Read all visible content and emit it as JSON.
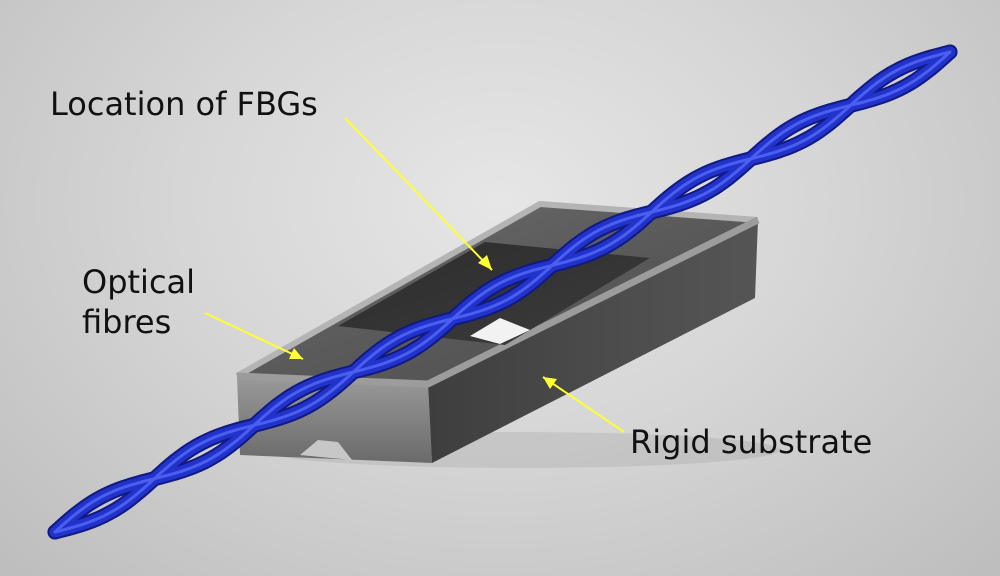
{
  "labels": {
    "fbg_location": "Location of FBGs",
    "optical_line1": "Optical",
    "optical_line2": "fibres",
    "substrate": "Rigid substrate"
  },
  "colors": {
    "fibre": "#2233cc",
    "fibre_dark": "#101a80",
    "fibre_light": "#4a5ff0",
    "arrow": "#ffff33",
    "substrate_top": "#5e5e5e",
    "substrate_side": "#4a4a4a",
    "substrate_rim": "#a8a8a8",
    "background": "#d6d6d6"
  }
}
